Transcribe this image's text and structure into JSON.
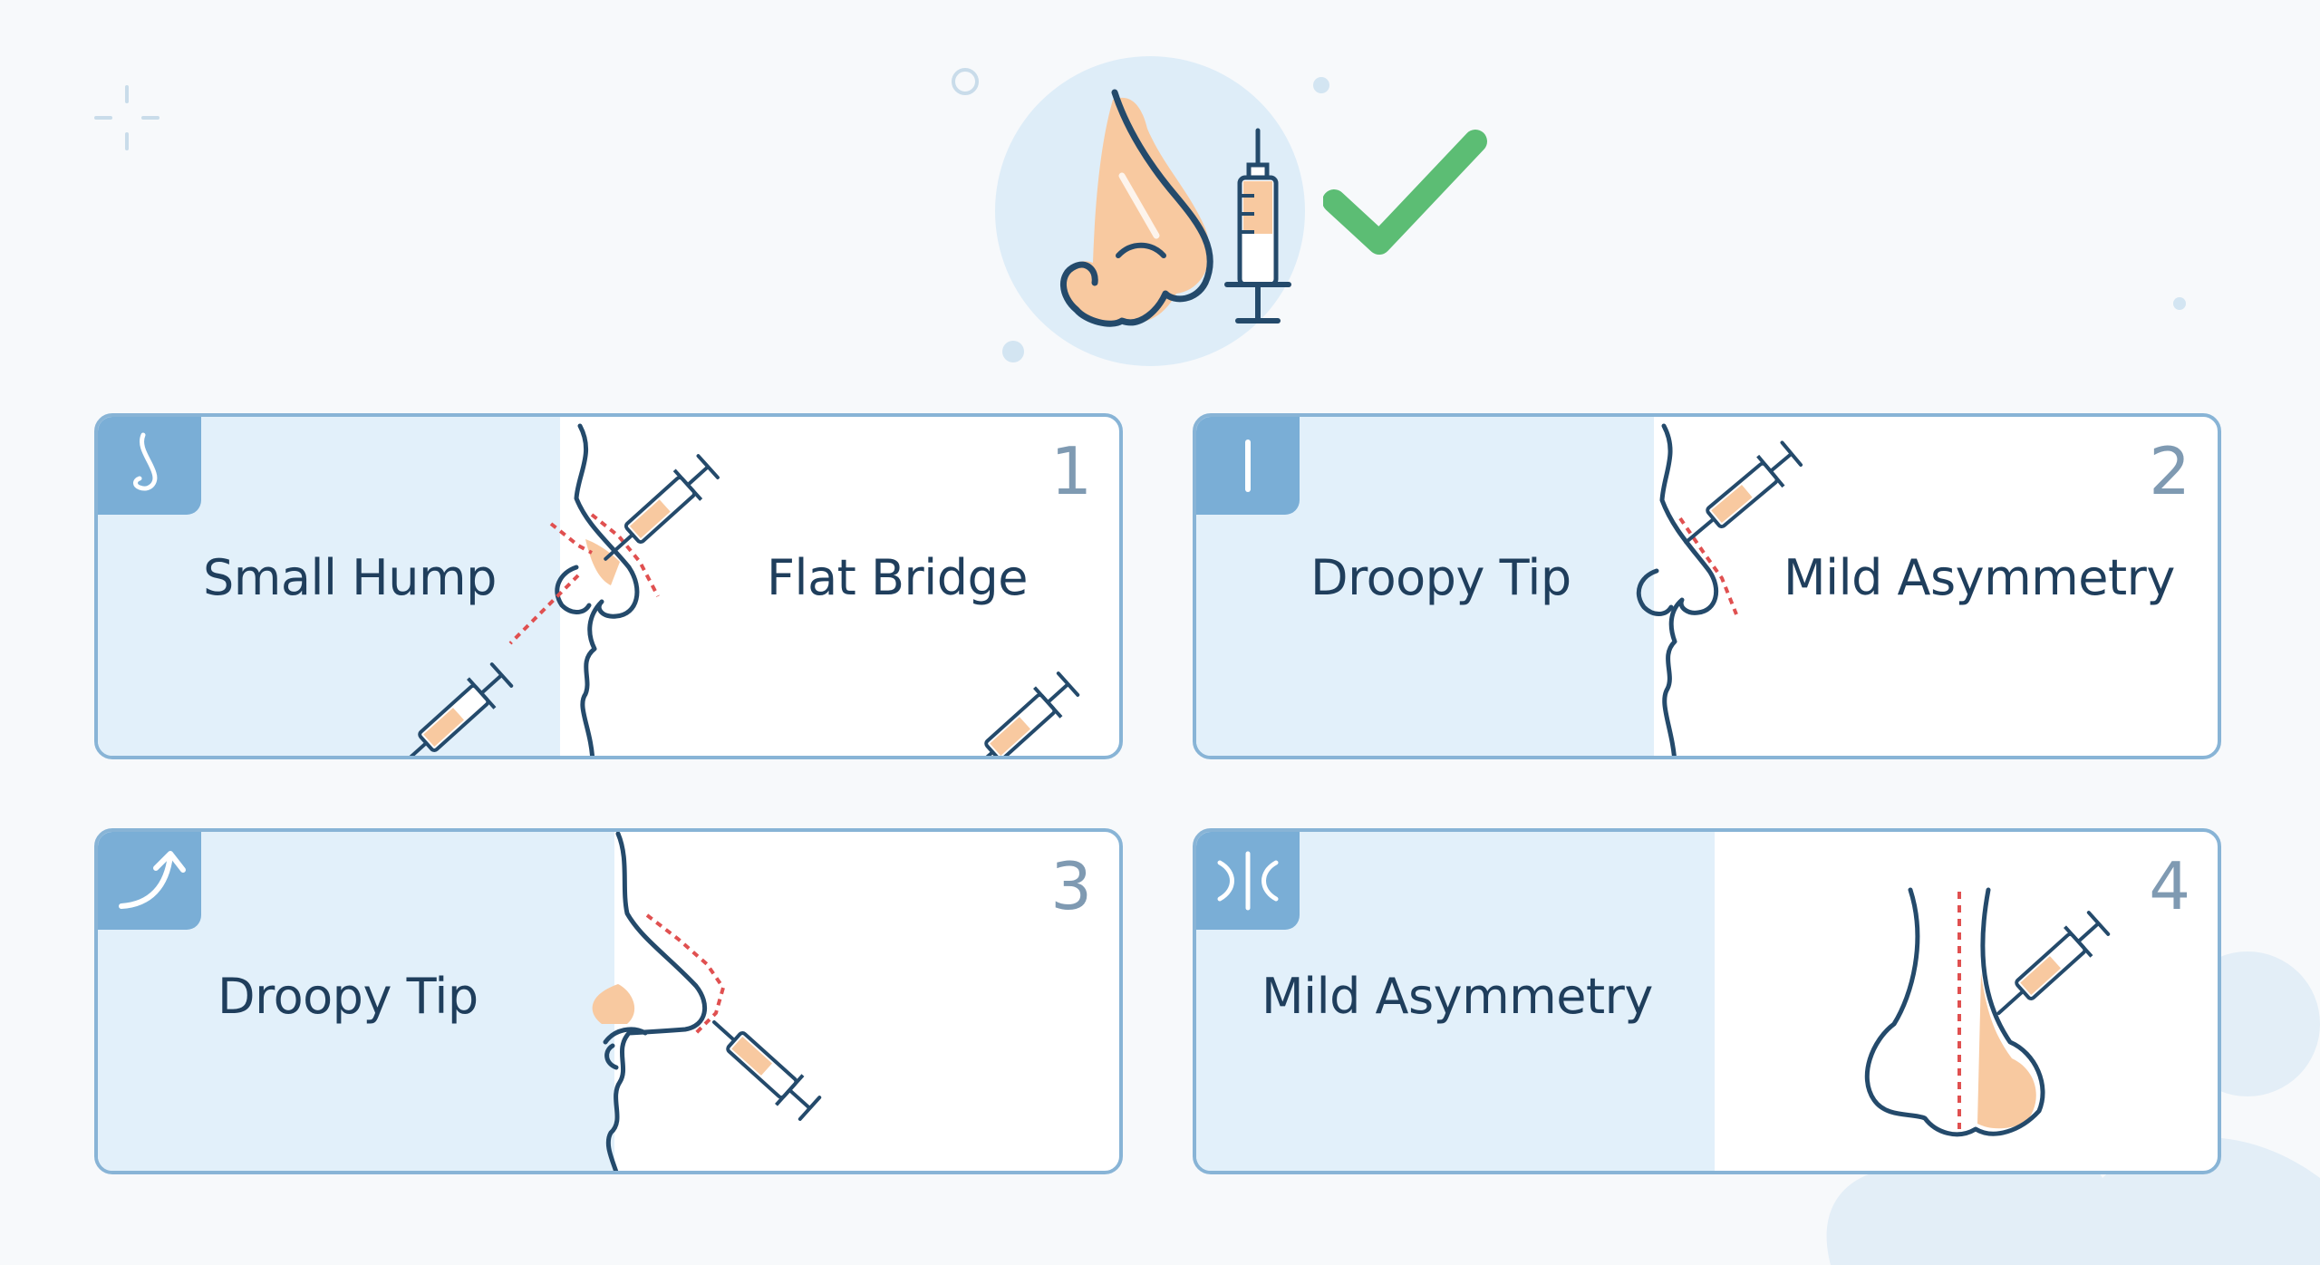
{
  "colors": {
    "card_border": "#88b4d6",
    "panel": "#e2f0fa",
    "tag": "#7aaed6",
    "line": "#244a6b",
    "skin": "#f8c9a0",
    "guide": "#e05050",
    "check": "#5cbd74",
    "text": "#1f3e5c",
    "number": "#7f9ab2"
  },
  "icons": [
    "nose-icon",
    "syringe-icon",
    "checkmark-icon",
    "line-icon",
    "curved-arrow-icon",
    "symmetry-icon"
  ],
  "cards": [
    {
      "number": "1",
      "labels": [
        "Small Hump",
        "Flat Bridge"
      ]
    },
    {
      "number": "2",
      "labels": [
        "Droopy Tip",
        "Mild Asymmetry"
      ]
    },
    {
      "number": "3",
      "labels": [
        "Droopy Tip"
      ]
    },
    {
      "number": "4",
      "labels": [
        "Mild Asymmetry"
      ]
    }
  ]
}
